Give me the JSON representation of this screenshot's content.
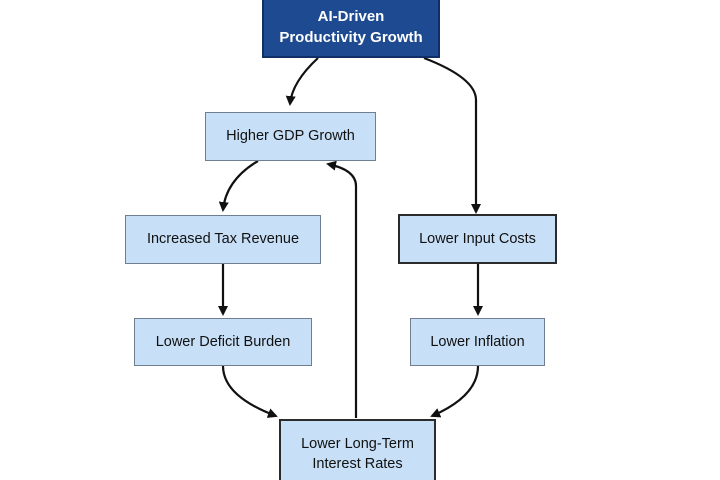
{
  "diagram": {
    "nodes": {
      "ai_productivity": {
        "label_line1": "AI-Driven",
        "label_line2": "Productivity Growth"
      },
      "higher_gdp": {
        "label": "Higher GDP Growth"
      },
      "increased_tax": {
        "label": "Increased Tax Revenue"
      },
      "lower_deficit": {
        "label": "Lower Deficit Burden"
      },
      "lower_input": {
        "label": "Lower Input Costs"
      },
      "lower_inflation": {
        "label": "Lower Inflation"
      },
      "lower_rates": {
        "label_line1": "Lower Long-Term",
        "label_line2": "Interest Rates"
      }
    },
    "edges": [
      {
        "from": "ai_productivity",
        "to": "higher_gdp"
      },
      {
        "from": "ai_productivity",
        "to": "lower_input"
      },
      {
        "from": "higher_gdp",
        "to": "increased_tax"
      },
      {
        "from": "increased_tax",
        "to": "lower_deficit"
      },
      {
        "from": "lower_input",
        "to": "lower_inflation"
      },
      {
        "from": "lower_deficit",
        "to": "lower_rates"
      },
      {
        "from": "lower_inflation",
        "to": "lower_rates"
      },
      {
        "from": "lower_rates",
        "to": "higher_gdp"
      }
    ],
    "colors": {
      "root_fill": "#1d4a91",
      "node_fill": "#c7dff7",
      "edge": "#111111"
    }
  }
}
